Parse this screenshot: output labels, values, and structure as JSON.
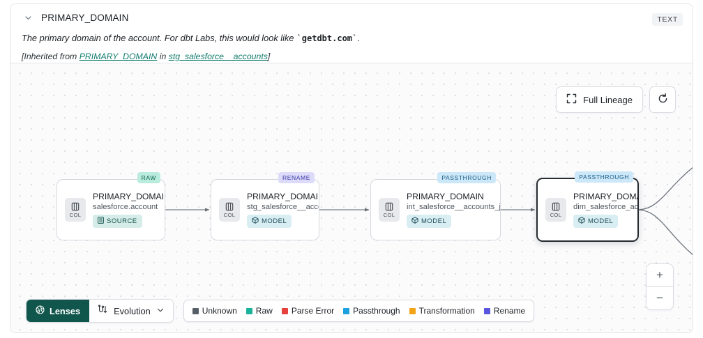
{
  "header": {
    "column_name": "PRIMARY_DOMAIN",
    "type_badge": "TEXT",
    "chevron_icon": "chevron-down-icon",
    "description_prefix": "The primary domain of the account. For dbt Labs, this would look like ",
    "description_code": "getdbt.com",
    "description_suffix": ".",
    "inherited_prefix": "[Inherited from ",
    "inherited_link": "PRIMARY_DOMAIN",
    "inherited_middle": " in ",
    "inherited_source": "stg_salesforce__accounts",
    "inherited_suffix": "]",
    "link_color": "#0f7b6c"
  },
  "canvas": {
    "full_lineage_label": "Full Lineage",
    "full_lineage_icon": "expand-icon",
    "refresh_icon": "refresh-icon",
    "zoom_in_label": "+",
    "zoom_out_label": "−",
    "col_icon_label": "COL",
    "nodes": [
      {
        "id": "node-1",
        "badge": "RAW",
        "badge_type": "raw",
        "name": "PRIMARY_DOMAIN__C",
        "subtitle": "salesforce.account",
        "tag": "SOURCE",
        "tag_type": "source",
        "tag_icon": "database-icon",
        "selected": false
      },
      {
        "id": "node-2",
        "badge": "RENAME",
        "badge_type": "rename",
        "name": "PRIMARY_DOMAIN",
        "subtitle": "stg_salesforce__accounts",
        "tag": "MODEL",
        "tag_type": "model",
        "tag_icon": "cube-icon",
        "selected": false
      },
      {
        "id": "node-3",
        "badge": "PASSTHROUGH",
        "badge_type": "passthrough",
        "name": "PRIMARY_DOMAIN",
        "subtitle": "int_salesforce__accounts_joined",
        "tag": "MODEL",
        "tag_type": "model",
        "tag_icon": "cube-icon",
        "selected": false
      },
      {
        "id": "node-4",
        "badge": "PASSTHROUGH",
        "badge_type": "passthrough",
        "name": "PRIMARY_DOMAIN",
        "subtitle": "dim_salesforce_accounts",
        "tag": "MODEL",
        "tag_type": "model",
        "tag_icon": "cube-icon",
        "selected": true
      }
    ]
  },
  "bottom_bar": {
    "lenses_label": "Lenses",
    "lenses_icon": "aperture-icon",
    "lenses_bg": "#10564c",
    "evolution_label": "Evolution",
    "evolution_icon": "evolution-icon",
    "evolution_chevron": "chevron-down-icon",
    "legend": [
      {
        "label": "Unknown",
        "color": "#565f68"
      },
      {
        "label": "Raw",
        "color": "#18b39a"
      },
      {
        "label": "Parse Error",
        "color": "#e6413c"
      },
      {
        "label": "Passthrough",
        "color": "#1da0e0"
      },
      {
        "label": "Transformation",
        "color": "#f2a318"
      },
      {
        "label": "Rename",
        "color": "#5b56e0"
      }
    ]
  }
}
